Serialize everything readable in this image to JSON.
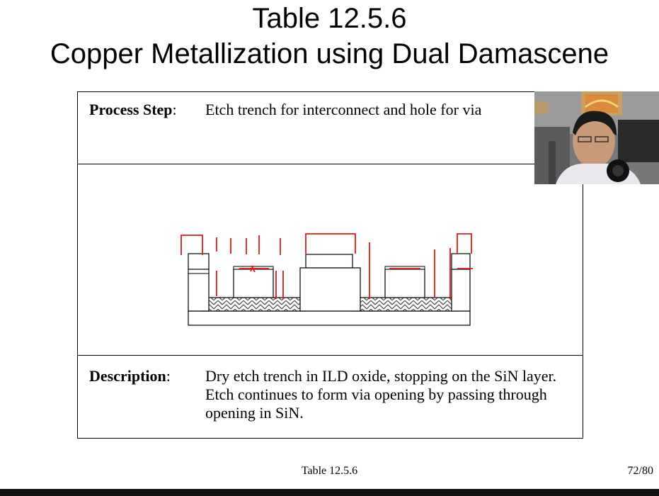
{
  "slide": {
    "title_line1": "Table 12.5.6",
    "title_line2": "Copper Metallization using Dual Damascene",
    "process_step_label": "Process Step",
    "process_step_colon": ":",
    "process_step_text": "Etch trench for interconnect and hole for via",
    "description_label": "Description",
    "description_colon": ":",
    "description_text": "Dry etch trench in ILD oxide, stopping on the SiN layer. Etch continues to form via opening by passing through opening in SiN.",
    "footer_caption": "Table 12.5.6",
    "page_indicator": "72/80"
  },
  "colors": {
    "annotation_red": "#e01a1a",
    "line_black": "#000000",
    "background": "#ffffff"
  }
}
